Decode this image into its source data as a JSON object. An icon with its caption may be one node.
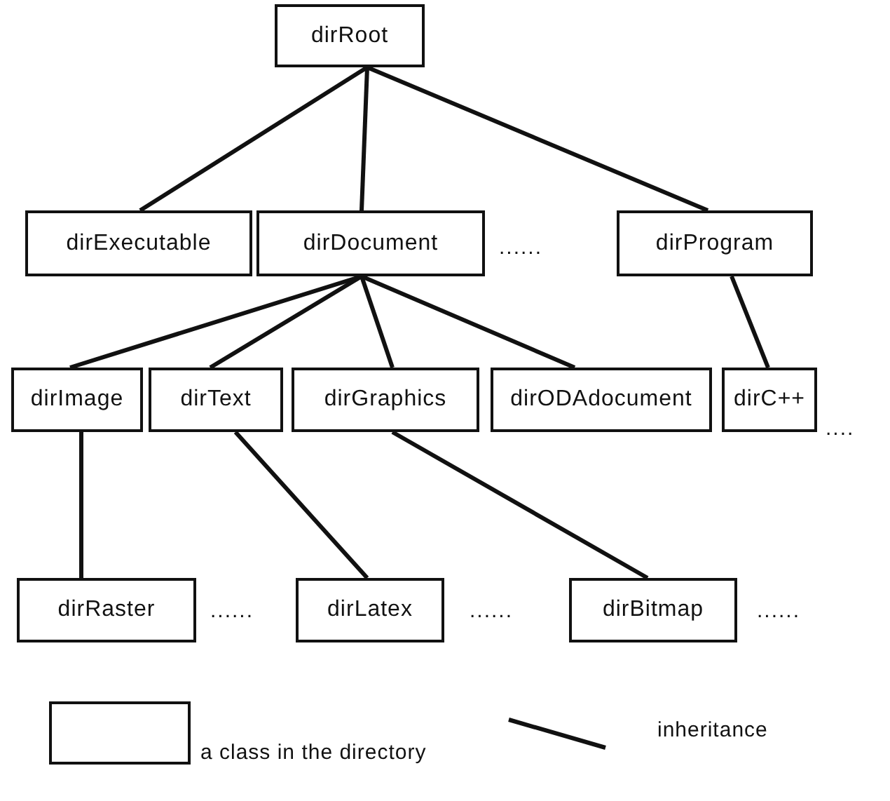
{
  "diagram": {
    "nodes": [
      {
        "text": [
          "dirRoot"
        ]
      },
      {
        "text": [
          "dirExecutable"
        ]
      },
      {
        "text": [
          "dirDocument"
        ]
      },
      {
        "text": [
          "dirProgram"
        ]
      },
      {
        "text": [
          "dirImage"
        ]
      },
      {
        "text": [
          "dirText"
        ]
      },
      {
        "text": [
          "dirGraphics"
        ]
      },
      {
        "text": [
          "dirODAdocument"
        ]
      },
      {
        "text": [
          "dirC++"
        ]
      },
      {
        "text": [
          "dirRaster"
        ]
      },
      {
        "text": [
          "dirLatex"
        ]
      },
      {
        "text": [
          "dirBitmap"
        ]
      }
    ],
    "edges": [
      {
        "from": 0,
        "to": 1,
        "arrow": "none"
      },
      {
        "from": 0,
        "to": 2,
        "arrow": "none"
      },
      {
        "from": 0,
        "to": 3,
        "arrow": "none"
      },
      {
        "from": 2,
        "to": 4,
        "arrow": "none"
      },
      {
        "from": 2,
        "to": 5,
        "arrow": "none"
      },
      {
        "from": 2,
        "to": 6,
        "arrow": "none"
      },
      {
        "from": 2,
        "to": 7,
        "arrow": "none"
      },
      {
        "from": 3,
        "to": 8,
        "arrow": "none"
      },
      {
        "from": 4,
        "to": 9,
        "arrow": "none"
      },
      {
        "from": 5,
        "to": 10,
        "arrow": "none"
      },
      {
        "from": 6,
        "to": 11,
        "arrow": "none"
      }
    ],
    "labels": [
      "......",
      "....",
      "......",
      "......",
      "......"
    ],
    "legend": [
      {
        "text": "a class in the directory"
      },
      {
        "text": "inheritance"
      }
    ]
  }
}
